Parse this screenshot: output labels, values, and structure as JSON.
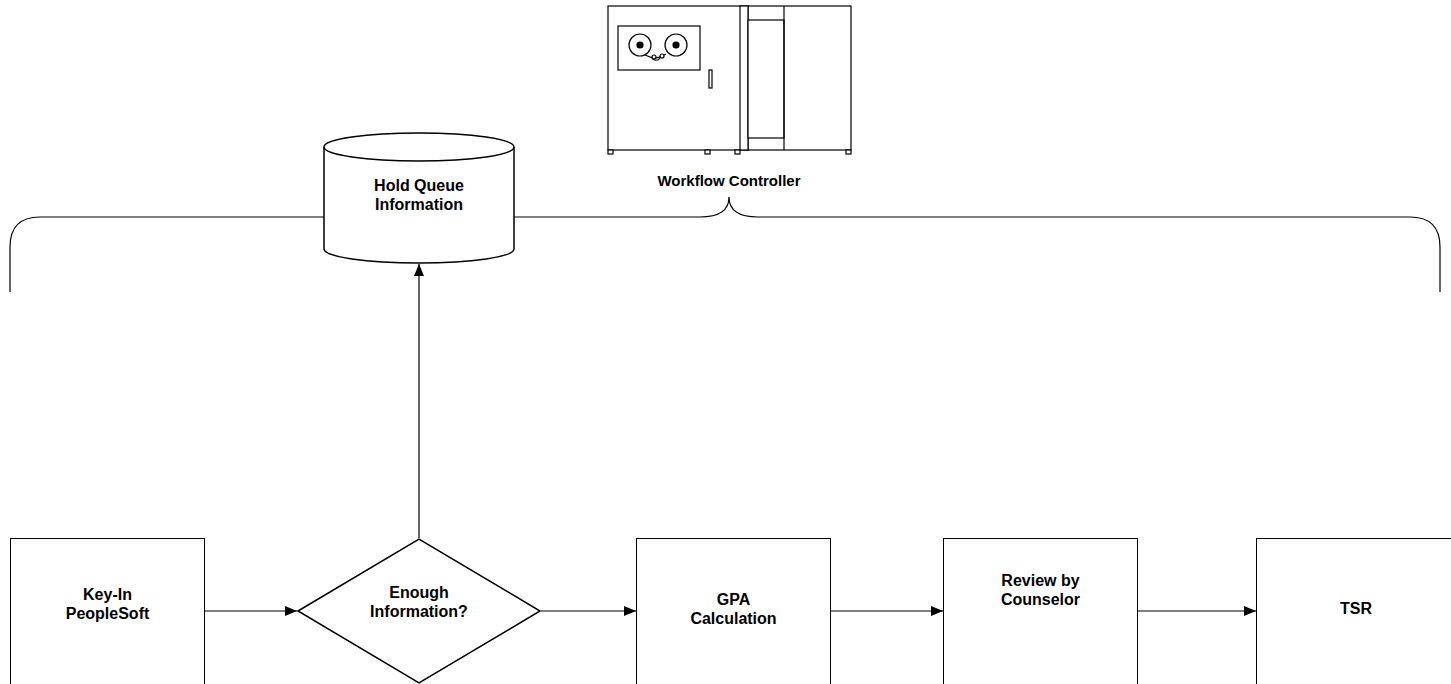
{
  "diagram": {
    "nodes": [
      {
        "text": [
          "Hold Queue Information"
        ]
      },
      {
        "text": [
          "Key-In PeopleSoft"
        ]
      },
      {
        "text": [
          "Enough Information?"
        ]
      },
      {
        "text": [
          "GPA Calculation"
        ]
      },
      {
        "text": [
          "Review by Counselor"
        ]
      },
      {
        "text": [
          "TSR"
        ]
      }
    ],
    "edges": [
      {
        "from": 1,
        "to": 2,
        "arrow": "to"
      },
      {
        "from": 2,
        "to": 0,
        "arrow": "to"
      },
      {
        "from": 2,
        "to": 3,
        "arrow": "to"
      },
      {
        "from": 3,
        "to": 4,
        "arrow": "to"
      },
      {
        "from": 4,
        "to": 5,
        "arrow": "to"
      }
    ],
    "labels": [
      "Workflow Controller"
    ]
  }
}
